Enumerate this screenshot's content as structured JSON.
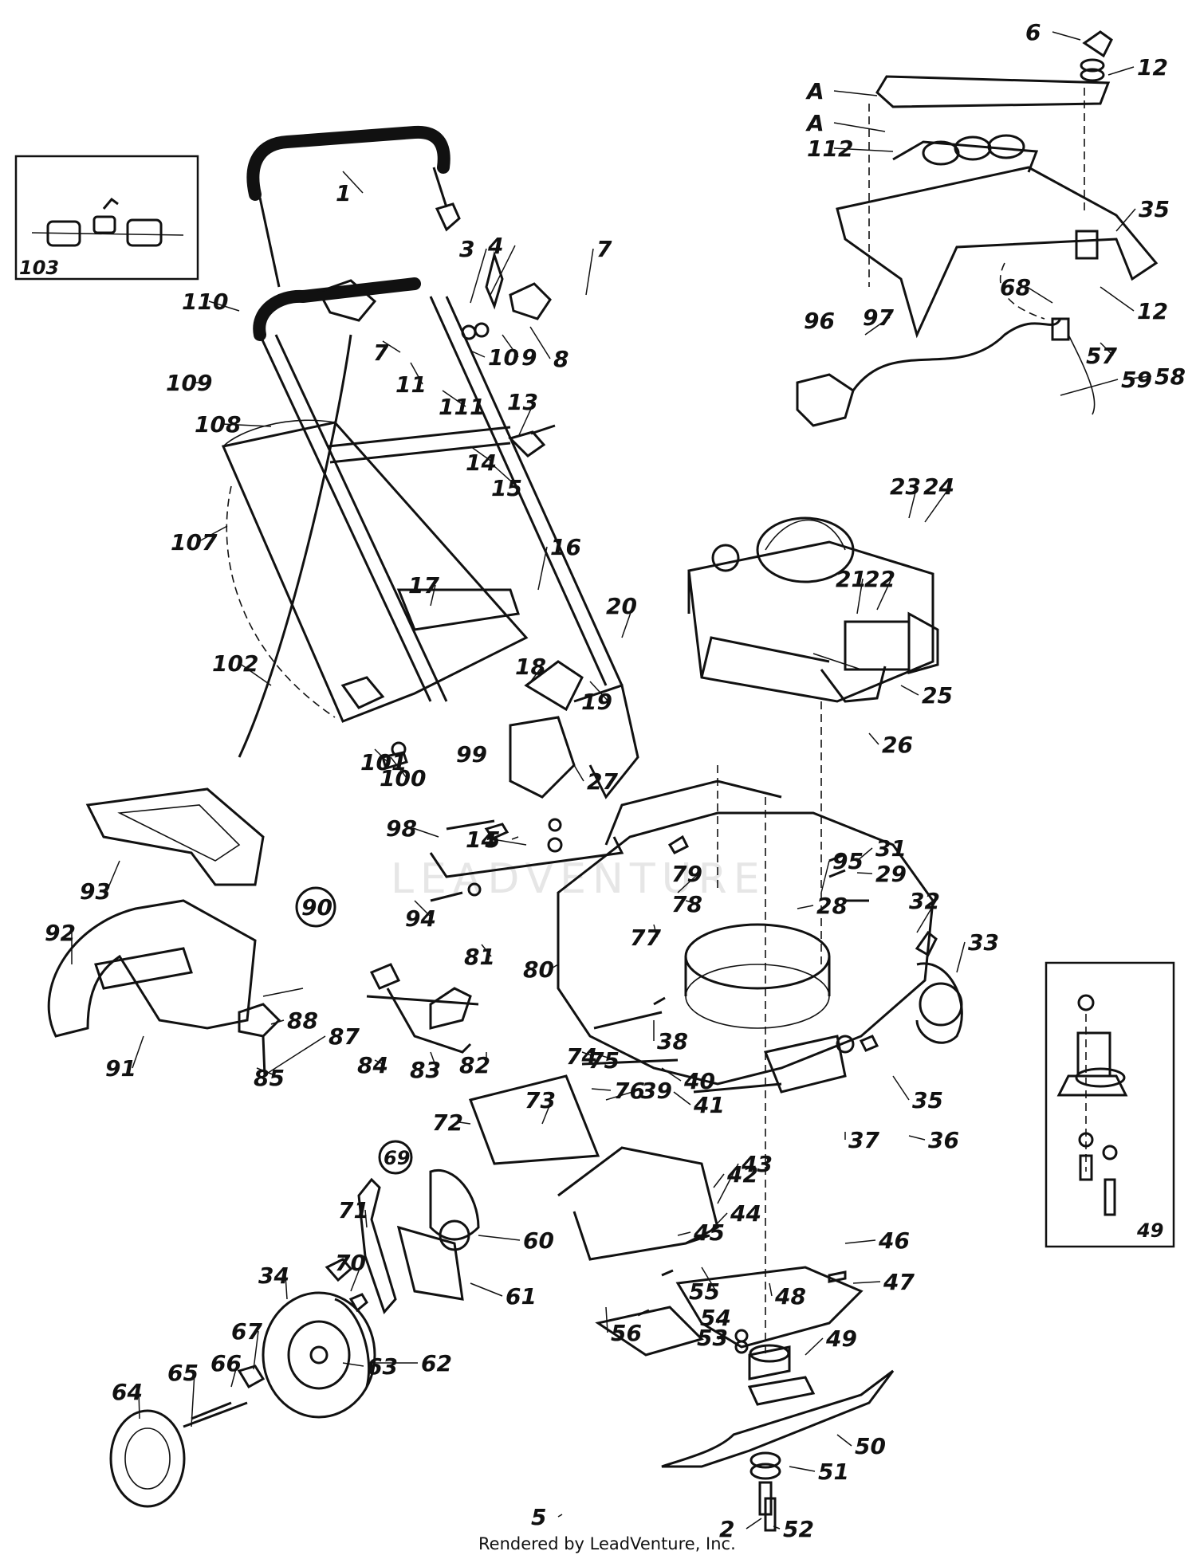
{
  "credit": "Rendered by LeadVenture, Inc.",
  "watermark": "LEADVENTURE",
  "inset_labels": {
    "left": "103",
    "right": "49"
  },
  "circled_labels": [
    "90",
    "69"
  ],
  "callouts": [
    {
      "text": "1"
    },
    {
      "text": "2"
    },
    {
      "text": "3"
    },
    {
      "text": "4"
    },
    {
      "text": "5"
    },
    {
      "text": "5"
    },
    {
      "text": "6"
    },
    {
      "text": "7"
    },
    {
      "text": "7"
    },
    {
      "text": "8"
    },
    {
      "text": "9"
    },
    {
      "text": "10"
    },
    {
      "text": "11"
    },
    {
      "text": "111"
    },
    {
      "text": "12"
    },
    {
      "text": "12"
    },
    {
      "text": "13"
    },
    {
      "text": "14"
    },
    {
      "text": "14"
    },
    {
      "text": "15"
    },
    {
      "text": "16"
    },
    {
      "text": "17"
    },
    {
      "text": "18"
    },
    {
      "text": "19"
    },
    {
      "text": "20"
    },
    {
      "text": "21"
    },
    {
      "text": "22"
    },
    {
      "text": "23"
    },
    {
      "text": "24"
    },
    {
      "text": "25"
    },
    {
      "text": "26"
    },
    {
      "text": "27"
    },
    {
      "text": "28"
    },
    {
      "text": "29"
    },
    {
      "text": "31"
    },
    {
      "text": "32"
    },
    {
      "text": "33"
    },
    {
      "text": "34"
    },
    {
      "text": "35"
    },
    {
      "text": "35"
    },
    {
      "text": "36"
    },
    {
      "text": "37"
    },
    {
      "text": "38"
    },
    {
      "text": "39"
    },
    {
      "text": "40"
    },
    {
      "text": "41"
    },
    {
      "text": "42"
    },
    {
      "text": "43"
    },
    {
      "text": "44"
    },
    {
      "text": "45"
    },
    {
      "text": "46"
    },
    {
      "text": "47"
    },
    {
      "text": "48"
    },
    {
      "text": "49"
    },
    {
      "text": "50"
    },
    {
      "text": "51"
    },
    {
      "text": "52"
    },
    {
      "text": "53"
    },
    {
      "text": "54"
    },
    {
      "text": "55"
    },
    {
      "text": "56"
    },
    {
      "text": "57"
    },
    {
      "text": "58"
    },
    {
      "text": "59"
    },
    {
      "text": "60"
    },
    {
      "text": "61"
    },
    {
      "text": "62"
    },
    {
      "text": "63"
    },
    {
      "text": "64"
    },
    {
      "text": "65"
    },
    {
      "text": "66"
    },
    {
      "text": "67"
    },
    {
      "text": "68"
    },
    {
      "text": "70"
    },
    {
      "text": "71"
    },
    {
      "text": "72"
    },
    {
      "text": "73"
    },
    {
      "text": "74"
    },
    {
      "text": "75"
    },
    {
      "text": "76"
    },
    {
      "text": "77"
    },
    {
      "text": "78"
    },
    {
      "text": "79"
    },
    {
      "text": "80"
    },
    {
      "text": "81"
    },
    {
      "text": "82"
    },
    {
      "text": "83"
    },
    {
      "text": "84"
    },
    {
      "text": "85"
    },
    {
      "text": "87"
    },
    {
      "text": "88"
    },
    {
      "text": "91"
    },
    {
      "text": "92"
    },
    {
      "text": "93"
    },
    {
      "text": "94"
    },
    {
      "text": "95"
    },
    {
      "text": "96"
    },
    {
      "text": "97"
    },
    {
      "text": "98"
    },
    {
      "text": "99"
    },
    {
      "text": "100"
    },
    {
      "text": "101"
    },
    {
      "text": "102"
    },
    {
      "text": "107"
    },
    {
      "text": "108"
    },
    {
      "text": "109"
    },
    {
      "text": "110"
    },
    {
      "text": "112"
    },
    {
      "text": "A"
    },
    {
      "text": "A"
    }
  ]
}
